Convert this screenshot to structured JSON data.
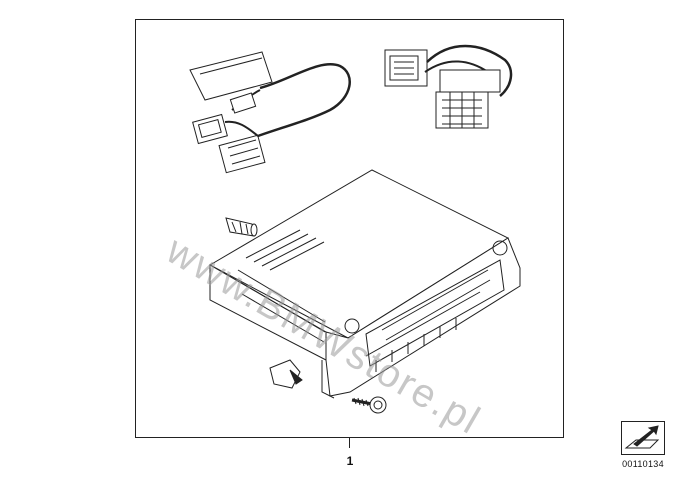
{
  "part_number": "1",
  "diagram_id": "00110134",
  "watermark": "www.BMWstore.pl",
  "icons": {
    "diagram_frame": "parts-frame",
    "reference": "arrow-reference-icon"
  },
  "parts": [
    "wiring-harness-cable",
    "connector-adapter-block",
    "radio-unit",
    "antenna-adapter",
    "mounting-clip",
    "mounting-screw"
  ]
}
